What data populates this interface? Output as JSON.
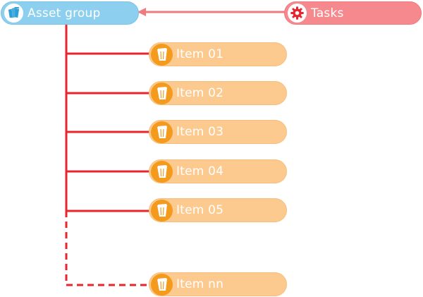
{
  "diagram": {
    "root": {
      "label": "Asset group",
      "icon": "asset-group-icon"
    },
    "source": {
      "label": "Tasks",
      "icon": "gear-icon"
    },
    "items": [
      {
        "label": "Item 01",
        "icon": "trash-bin-icon"
      },
      {
        "label": "Item 02",
        "icon": "trash-bin-icon"
      },
      {
        "label": "Item 03",
        "icon": "trash-bin-icon"
      },
      {
        "label": "Item 04",
        "icon": "trash-bin-icon"
      },
      {
        "label": "Item 05",
        "icon": "trash-bin-icon"
      },
      {
        "label": "Item nn",
        "icon": "trash-bin-icon"
      }
    ]
  },
  "colors": {
    "root_fill": "#8ccfee",
    "tasks_fill": "#f6898e",
    "tasks_icon": "#e8242e",
    "item_fill": "#fcca8e",
    "item_icon": "#f49a1c",
    "tree_line": "#e8242e",
    "arrow_line": "#f07a80"
  }
}
